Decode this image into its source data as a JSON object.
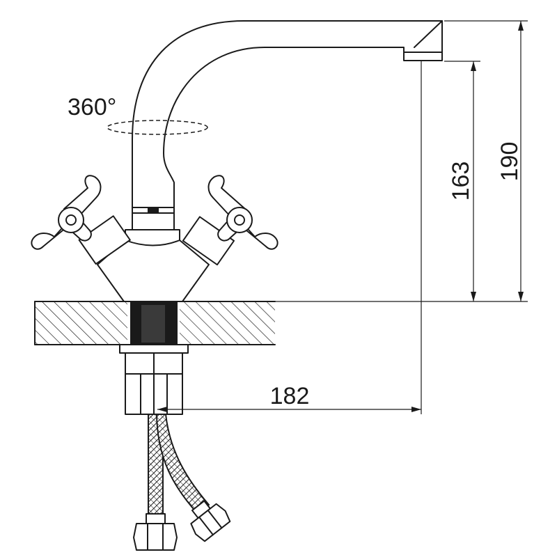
{
  "drawing": {
    "rotation_label": "360°",
    "dimensions": {
      "spout_height": "163",
      "total_height": "190",
      "spout_reach": "182"
    }
  }
}
